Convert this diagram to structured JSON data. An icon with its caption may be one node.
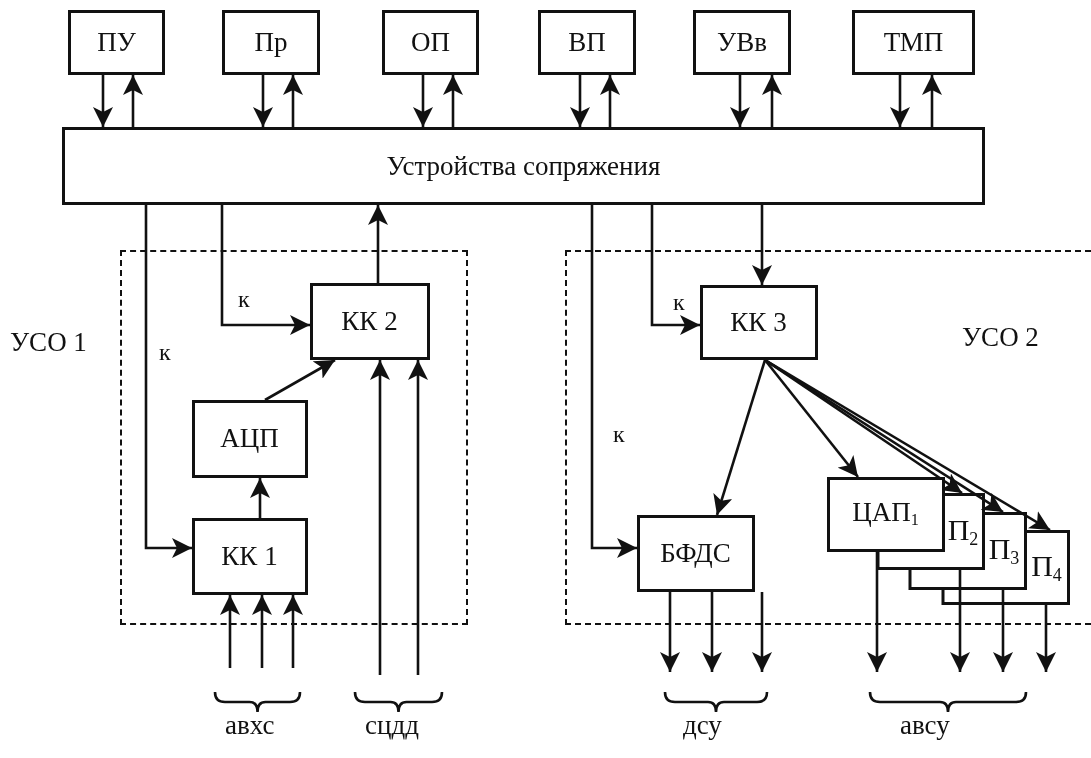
{
  "diagram": {
    "nodes": [
      {
        "text": [
          "ПУ"
        ]
      },
      {
        "text": [
          "Пр"
        ]
      },
      {
        "text": [
          "ОП"
        ]
      },
      {
        "text": [
          "ВП"
        ]
      },
      {
        "text": [
          "УВв"
        ]
      },
      {
        "text": [
          "ТМП"
        ]
      },
      {
        "text": [
          "Устройства сопряжения"
        ]
      },
      {
        "text": [
          "УСО 1"
        ]
      },
      {
        "text": [
          "КК 2"
        ],
        "in": 7
      },
      {
        "text": [
          "АЦП"
        ],
        "in": 7
      },
      {
        "text": [
          "КК 1"
        ],
        "in": 7
      },
      {
        "text": [
          "УСО 2"
        ]
      },
      {
        "text": [
          "КК 3"
        ],
        "in": 11
      },
      {
        "text": [
          "БФДС"
        ],
        "in": 11
      },
      {
        "text": [
          "ЦАП$_{1}$"
        ],
        "in": 11
      },
      {
        "text": [
          "П$_{2}$"
        ],
        "in": 11
      },
      {
        "text": [
          "П$_{3}$"
        ],
        "in": 11
      },
      {
        "text": [
          "П$_{4}$"
        ],
        "in": 11
      }
    ],
    "edges": [
      {
        "from": 0,
        "to": 6,
        "arrow": "to"
      },
      {
        "from": 6,
        "to": 0,
        "arrow": "to"
      },
      {
        "from": 1,
        "to": 6,
        "arrow": "to"
      },
      {
        "from": 6,
        "to": 1,
        "arrow": "to"
      },
      {
        "from": 2,
        "to": 6,
        "arrow": "to"
      },
      {
        "from": 6,
        "to": 2,
        "arrow": "to"
      },
      {
        "from": 3,
        "to": 6,
        "arrow": "to"
      },
      {
        "from": 6,
        "to": 3,
        "arrow": "to"
      },
      {
        "from": 4,
        "to": 6,
        "arrow": "to"
      },
      {
        "from": 6,
        "to": 4,
        "arrow": "to"
      },
      {
        "from": 5,
        "to": 6,
        "arrow": "to"
      },
      {
        "from": 6,
        "to": 5,
        "arrow": "to"
      },
      {
        "from": 6,
        "to": 10,
        "arrow": "to",
        "label": "к"
      },
      {
        "from": 6,
        "to": 8,
        "arrow": "to",
        "label": "к"
      },
      {
        "from": 8,
        "to": 6,
        "arrow": "to"
      },
      {
        "from": 9,
        "to": 8,
        "arrow": "to"
      },
      {
        "from": 10,
        "to": 9,
        "arrow": "to"
      },
      {
        "from": null,
        "to": 10,
        "arrow": "to"
      },
      {
        "from": null,
        "to": 10,
        "arrow": "to"
      },
      {
        "from": null,
        "to": 10,
        "arrow": "to"
      },
      {
        "from": null,
        "to": 8,
        "arrow": "to"
      },
      {
        "from": null,
        "to": 8,
        "arrow": "to"
      },
      {
        "from": 6,
        "to": 13,
        "arrow": "to",
        "label": "к"
      },
      {
        "from": 6,
        "to": 12,
        "arrow": "to",
        "label": "к"
      },
      {
        "from": 6,
        "to": 12,
        "arrow": "to"
      },
      {
        "from": 12,
        "to": 13,
        "arrow": "to"
      },
      {
        "from": 12,
        "to": 14,
        "arrow": "to"
      },
      {
        "from": 12,
        "to": 15,
        "arrow": "to"
      },
      {
        "from": 12,
        "to": 16,
        "arrow": "to"
      },
      {
        "from": 12,
        "to": 17,
        "arrow": "to"
      },
      {
        "from": 13,
        "to": null,
        "arrow": "to"
      },
      {
        "from": 13,
        "to": null,
        "arrow": "to"
      },
      {
        "from": 13,
        "to": null,
        "arrow": "to"
      },
      {
        "from": 14,
        "to": null,
        "arrow": "to"
      },
      {
        "from": 15,
        "to": null,
        "arrow": "to"
      },
      {
        "from": 16,
        "to": null,
        "arrow": "to"
      },
      {
        "from": 17,
        "to": null,
        "arrow": "to"
      }
    ],
    "labels": [
      "авхс",
      "сцдд",
      "дсу",
      "авсу"
    ]
  }
}
